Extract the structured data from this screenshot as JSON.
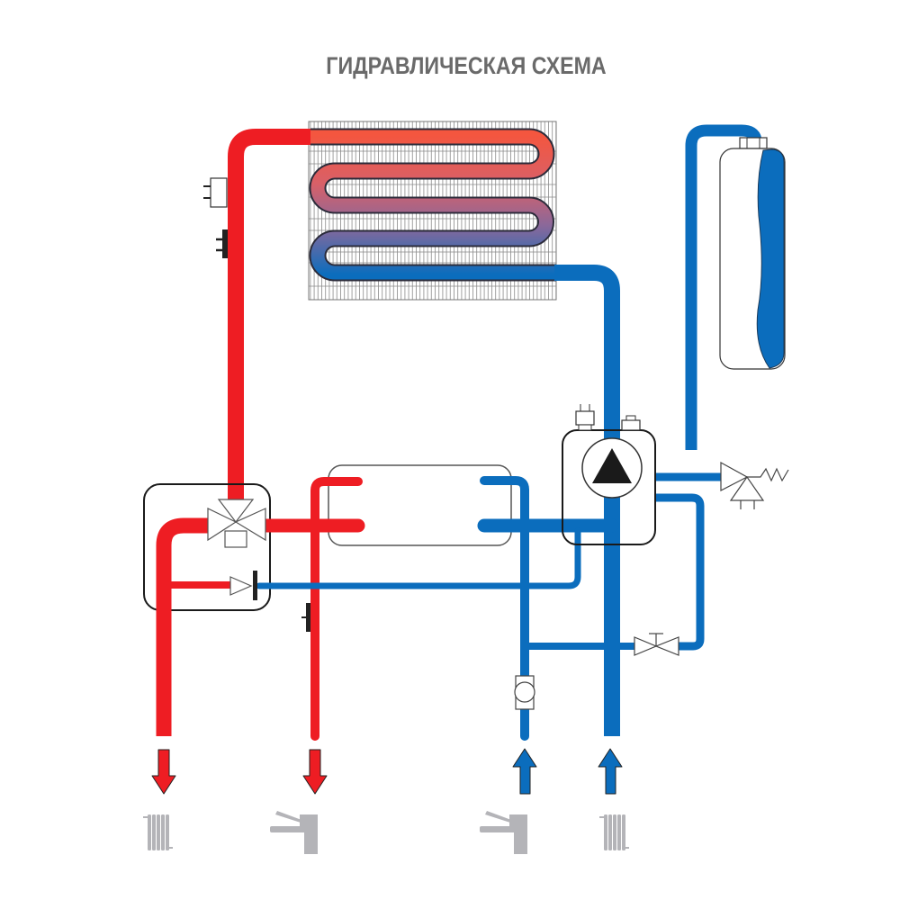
{
  "title": "ГИДРАВЛИЧЕСКАЯ СХЕМА",
  "colors": {
    "hot": "#ee1d23",
    "cold": "#0b6dbd",
    "coil_hot": "#f4563f",
    "coil_mid": "#a8607f",
    "icon_gray": "#b4b4b8",
    "outline": "#1a1a1a"
  },
  "components": [
    {
      "name": "primary-heat-exchanger",
      "icon": "finned-coil-icon"
    },
    {
      "name": "expansion-tank",
      "icon": "tank-icon"
    },
    {
      "name": "circulation-pump",
      "icon": "pump-icon"
    },
    {
      "name": "three-way-valve",
      "icon": "three-way-valve-icon"
    },
    {
      "name": "secondary-heat-exchanger",
      "icon": "plate-exchanger-icon"
    },
    {
      "name": "safety-valve",
      "icon": "safety-valve-icon"
    },
    {
      "name": "make-up-valve",
      "icon": "valve-icon"
    },
    {
      "name": "flow-sensor",
      "icon": "flow-meter-icon"
    },
    {
      "name": "check-valve",
      "icon": "check-valve-icon"
    }
  ],
  "outlets": [
    {
      "icon": "radiator-icon",
      "direction": "out",
      "medium": "hot"
    },
    {
      "icon": "faucet-icon",
      "direction": "out",
      "medium": "hot"
    },
    {
      "icon": "faucet-icon",
      "direction": "in",
      "medium": "cold"
    },
    {
      "icon": "radiator-icon",
      "direction": "in",
      "medium": "cold"
    }
  ]
}
